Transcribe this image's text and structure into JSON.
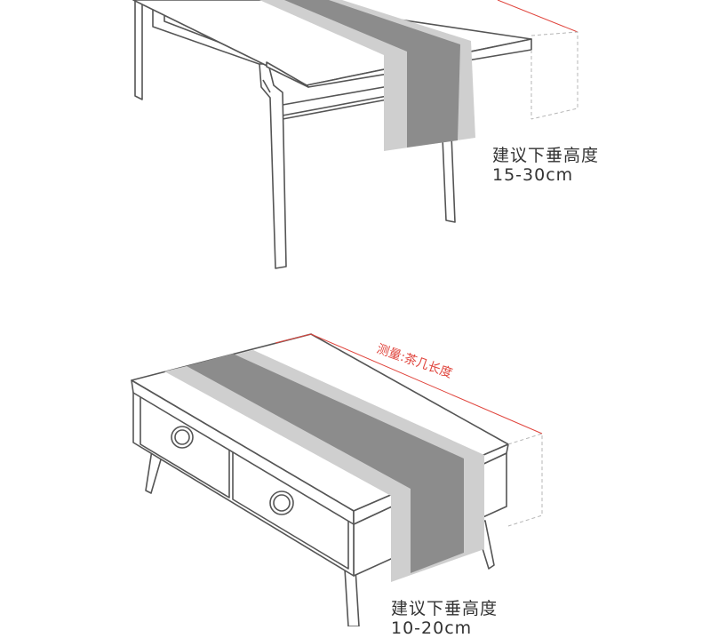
{
  "dining_table": {
    "label_line1": "建议下垂高度",
    "label_line2": "15-30cm"
  },
  "coffee_table": {
    "measure_label": "测量:茶几长度",
    "label_line1": "建议下垂高度",
    "label_line2": "10-20cm"
  },
  "colors": {
    "outline": "#555555",
    "runner_dark": "#8c8c8c",
    "runner_light": "#cfcfcf",
    "measure_line": "#e0443c",
    "dashed": "#b5b5b5"
  }
}
